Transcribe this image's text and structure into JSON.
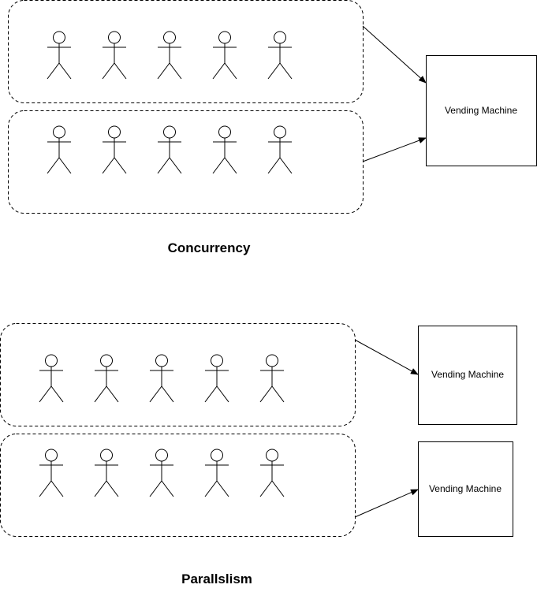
{
  "sections": [
    {
      "title": "Concurrency",
      "queues": [
        {
          "people": 5
        },
        {
          "people": 5
        }
      ],
      "machines": [
        {
          "label": "Vending Machine"
        }
      ]
    },
    {
      "title": "Parallslism",
      "queues": [
        {
          "people": 5
        },
        {
          "people": 5
        }
      ],
      "machines": [
        {
          "label": "Vending Machine"
        },
        {
          "label": "Vending Machine"
        }
      ]
    }
  ],
  "colors": {
    "stroke": "#000000",
    "background": "#ffffff"
  },
  "icons": {
    "person": "stick-figure-icon",
    "arrow": "arrow-icon"
  }
}
